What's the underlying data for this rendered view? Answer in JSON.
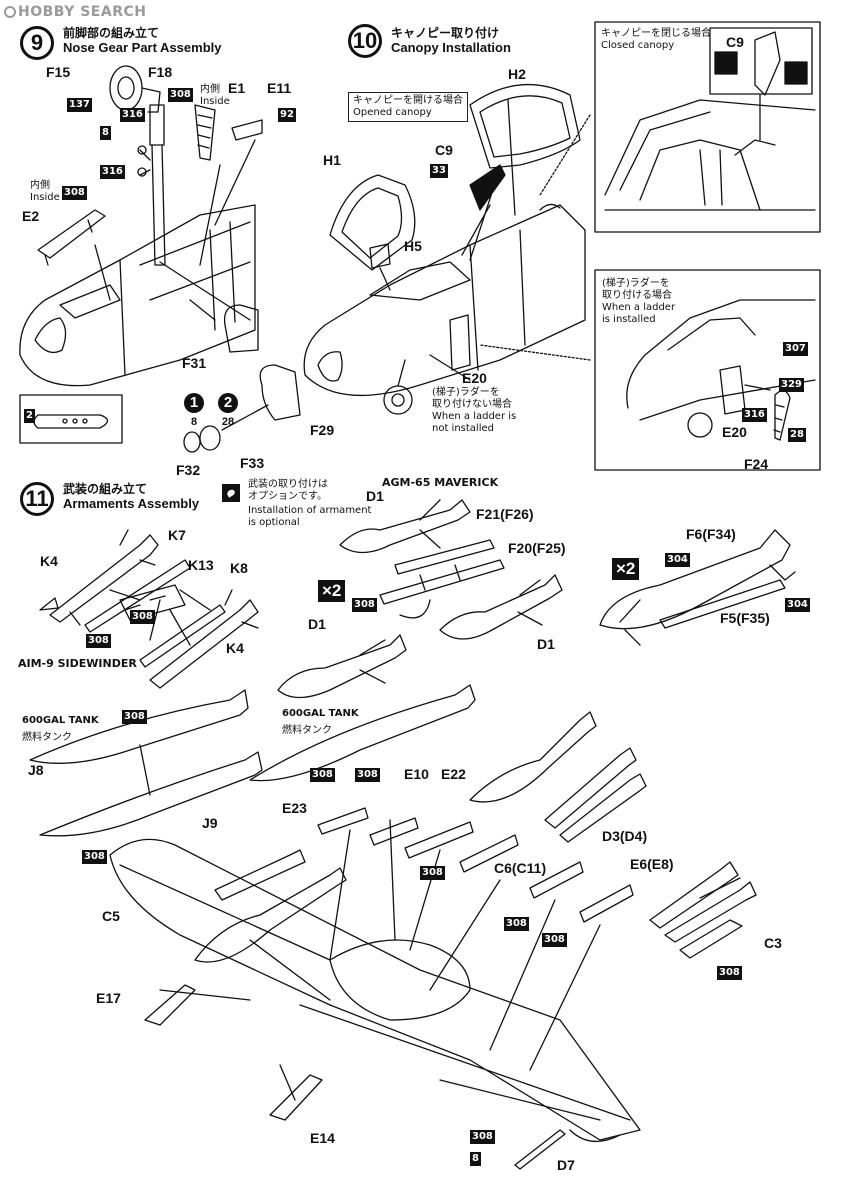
{
  "watermark": "HOBBY SEARCH",
  "steps": [
    {
      "num": "9",
      "jp": "前脚部の組み立て",
      "en": "Nose Gear Part Assembly"
    },
    {
      "num": "10",
      "jp": "キャノピー取り付け",
      "en": "Canopy Installation"
    },
    {
      "num": "11",
      "jp": "武装の組み立て",
      "en": "Armaments Assembly"
    }
  ],
  "step9": {
    "parts": [
      "F15",
      "F18",
      "E1",
      "E11",
      "E2",
      "F31",
      "F29",
      "F32",
      "F33"
    ],
    "inside_jp": "内側",
    "inside_en": "Inside",
    "paints": [
      "137",
      "308",
      "316",
      "92",
      "8",
      "316",
      "308",
      "2",
      "8",
      "28"
    ],
    "circ_nums": [
      "1",
      "2"
    ]
  },
  "step10": {
    "opened_jp": "キャノピーを開ける場合",
    "opened_en": "Opened canopy",
    "closed_jp": "キャノピーを閉じる場合",
    "closed_en": "Closed canopy",
    "no_ladder_jp1": "(梯子)ラダーを",
    "no_ladder_jp2": "取り付けない場合",
    "no_ladder_en1": "When a ladder is",
    "no_ladder_en2": "not installed",
    "ladder_jp1": "(梯子)ラダーを",
    "ladder_jp2": "取り付ける場合",
    "ladder_en1": "When a ladder",
    "ladder_en2": "is installed",
    "parts": [
      "H2",
      "C9",
      "H1",
      "H5",
      "E20",
      "C9",
      "E20",
      "F24"
    ],
    "paints": [
      "33",
      "307",
      "329",
      "316",
      "28"
    ]
  },
  "step11": {
    "optional_jp1": "武装の取り付けは",
    "optional_jp2": "オプションです。",
    "optional_en1": "Installation of armament",
    "optional_en2": "is optional",
    "maverick": "AGM-65 MAVERICK",
    "sidewinder": "AIM-9 SIDEWINDER",
    "tank_en": "600GAL TANK",
    "tank_jp": "燃料タンク",
    "x2": "×2",
    "parts": [
      "D1",
      "F21(F26)",
      "F20(F25)",
      "D1",
      "D1",
      "K4",
      "K7",
      "K13",
      "K8",
      "K4",
      "F6(F34)",
      "F5(F35)",
      "J8",
      "J9",
      "E23",
      "E10",
      "E22",
      "C6(C11)",
      "D3(D4)",
      "E6(E8)",
      "C3",
      "C5",
      "E17",
      "E14",
      "D7"
    ],
    "paints": [
      "308",
      "308",
      "304",
      "304",
      "308",
      "308",
      "308",
      "308",
      "308",
      "308",
      "308",
      "308",
      "308",
      "308",
      "8"
    ]
  }
}
